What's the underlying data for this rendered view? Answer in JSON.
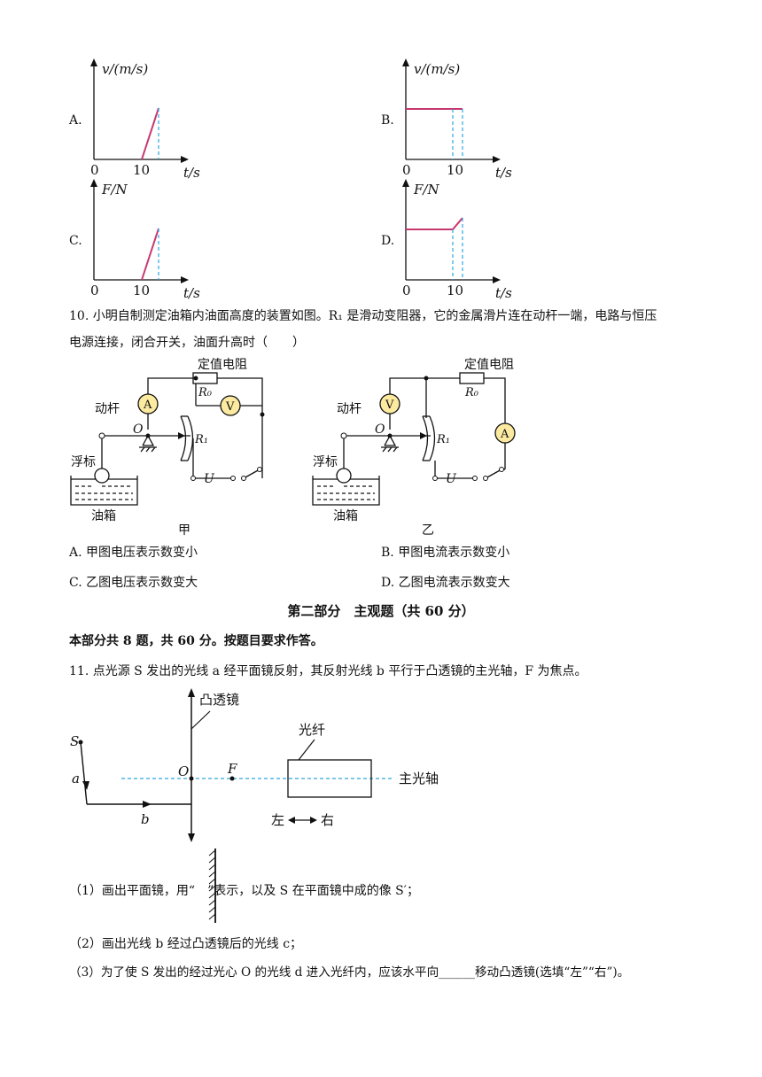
{
  "q9": {
    "options": [
      {
        "letter": "A.",
        "ylabel": "v/(m/s)",
        "xlabel": "t/s",
        "origin": "0",
        "tick": "10"
      },
      {
        "letter": "B.",
        "ylabel": "v/(m/s)",
        "xlabel": "t/s",
        "origin": "0",
        "tick": "10"
      },
      {
        "letter": "C.",
        "ylabel": "F/N",
        "xlabel": "t/s",
        "origin": "0",
        "tick": "10"
      },
      {
        "letter": "D.",
        "ylabel": "F/N",
        "xlabel": "t/s",
        "origin": "0",
        "tick": "10"
      }
    ],
    "colors": {
      "curve": "#c7386f",
      "dash": "#2ca8df"
    }
  },
  "q10": {
    "stem_line1": "10. 小明自制测定油箱内油面高度的装置如图。R₁ 是滑动变阻器，它的金属滑片连在动杆一端，电路与恒压",
    "stem_line2": "电源连接，闭合开关，油面升高时（　　）",
    "fig": {
      "fixed_resistor": "定值电阻",
      "r0": "R₀",
      "r1": "R₁",
      "lever": "动杆",
      "pivot": "O",
      "float": "浮标",
      "tank": "油箱",
      "source": "U",
      "ammeter": "A",
      "voltmeter": "V",
      "caption_left": "甲",
      "caption_right": "乙"
    },
    "options": [
      "A. 甲图电压表示数变小",
      "B. 甲图电流表示数变小",
      "C. 乙图电压表示数变大",
      "D. 乙图电流表示数变大"
    ]
  },
  "part2": {
    "title": "第二部分　主观题（共 60 分）",
    "intro": "本部分共 8 题，共 60 分。按题目要求作答。"
  },
  "q11": {
    "stem": "11. 点光源 S 发出的光线 a 经平面镜反射，其反射光线 b 平行于凸透镜的主光轴，F 为焦点。",
    "fig": {
      "lens": "凸透镜",
      "fiber": "光纤",
      "axis": "主光轴",
      "s": "S",
      "a": "a",
      "b": "b",
      "o": "O",
      "f": "F",
      "left": "左",
      "right": "右"
    },
    "sub1_pre": "（1）画出平面镜，用“",
    "sub1_post": "”表示，以及 S 在平面镜中成的像 S′；",
    "sub2": "（2）画出光线 b 经过凸透镜后的光线 c；",
    "sub3": "（3）为了使 S 发出的经过光心 O 的光线 d 进入光纤内，应该水平向______移动凸透镜(选填“左”“右”)。"
  }
}
